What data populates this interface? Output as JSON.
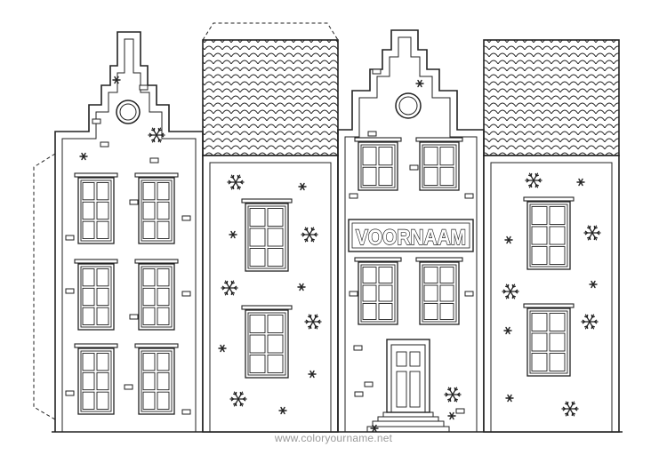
{
  "name_plate": {
    "text": "VOORNAAM"
  },
  "watermark": {
    "text": "www.coloryourname.net"
  },
  "colors": {
    "line": "#222222",
    "paper": "#ffffff",
    "watermark": "#9a9a9a"
  },
  "icons": [
    "snowflake-icon",
    "star-icon",
    "round-window-icon",
    "roof-tile-pattern",
    "fold-tab-dashed"
  ]
}
